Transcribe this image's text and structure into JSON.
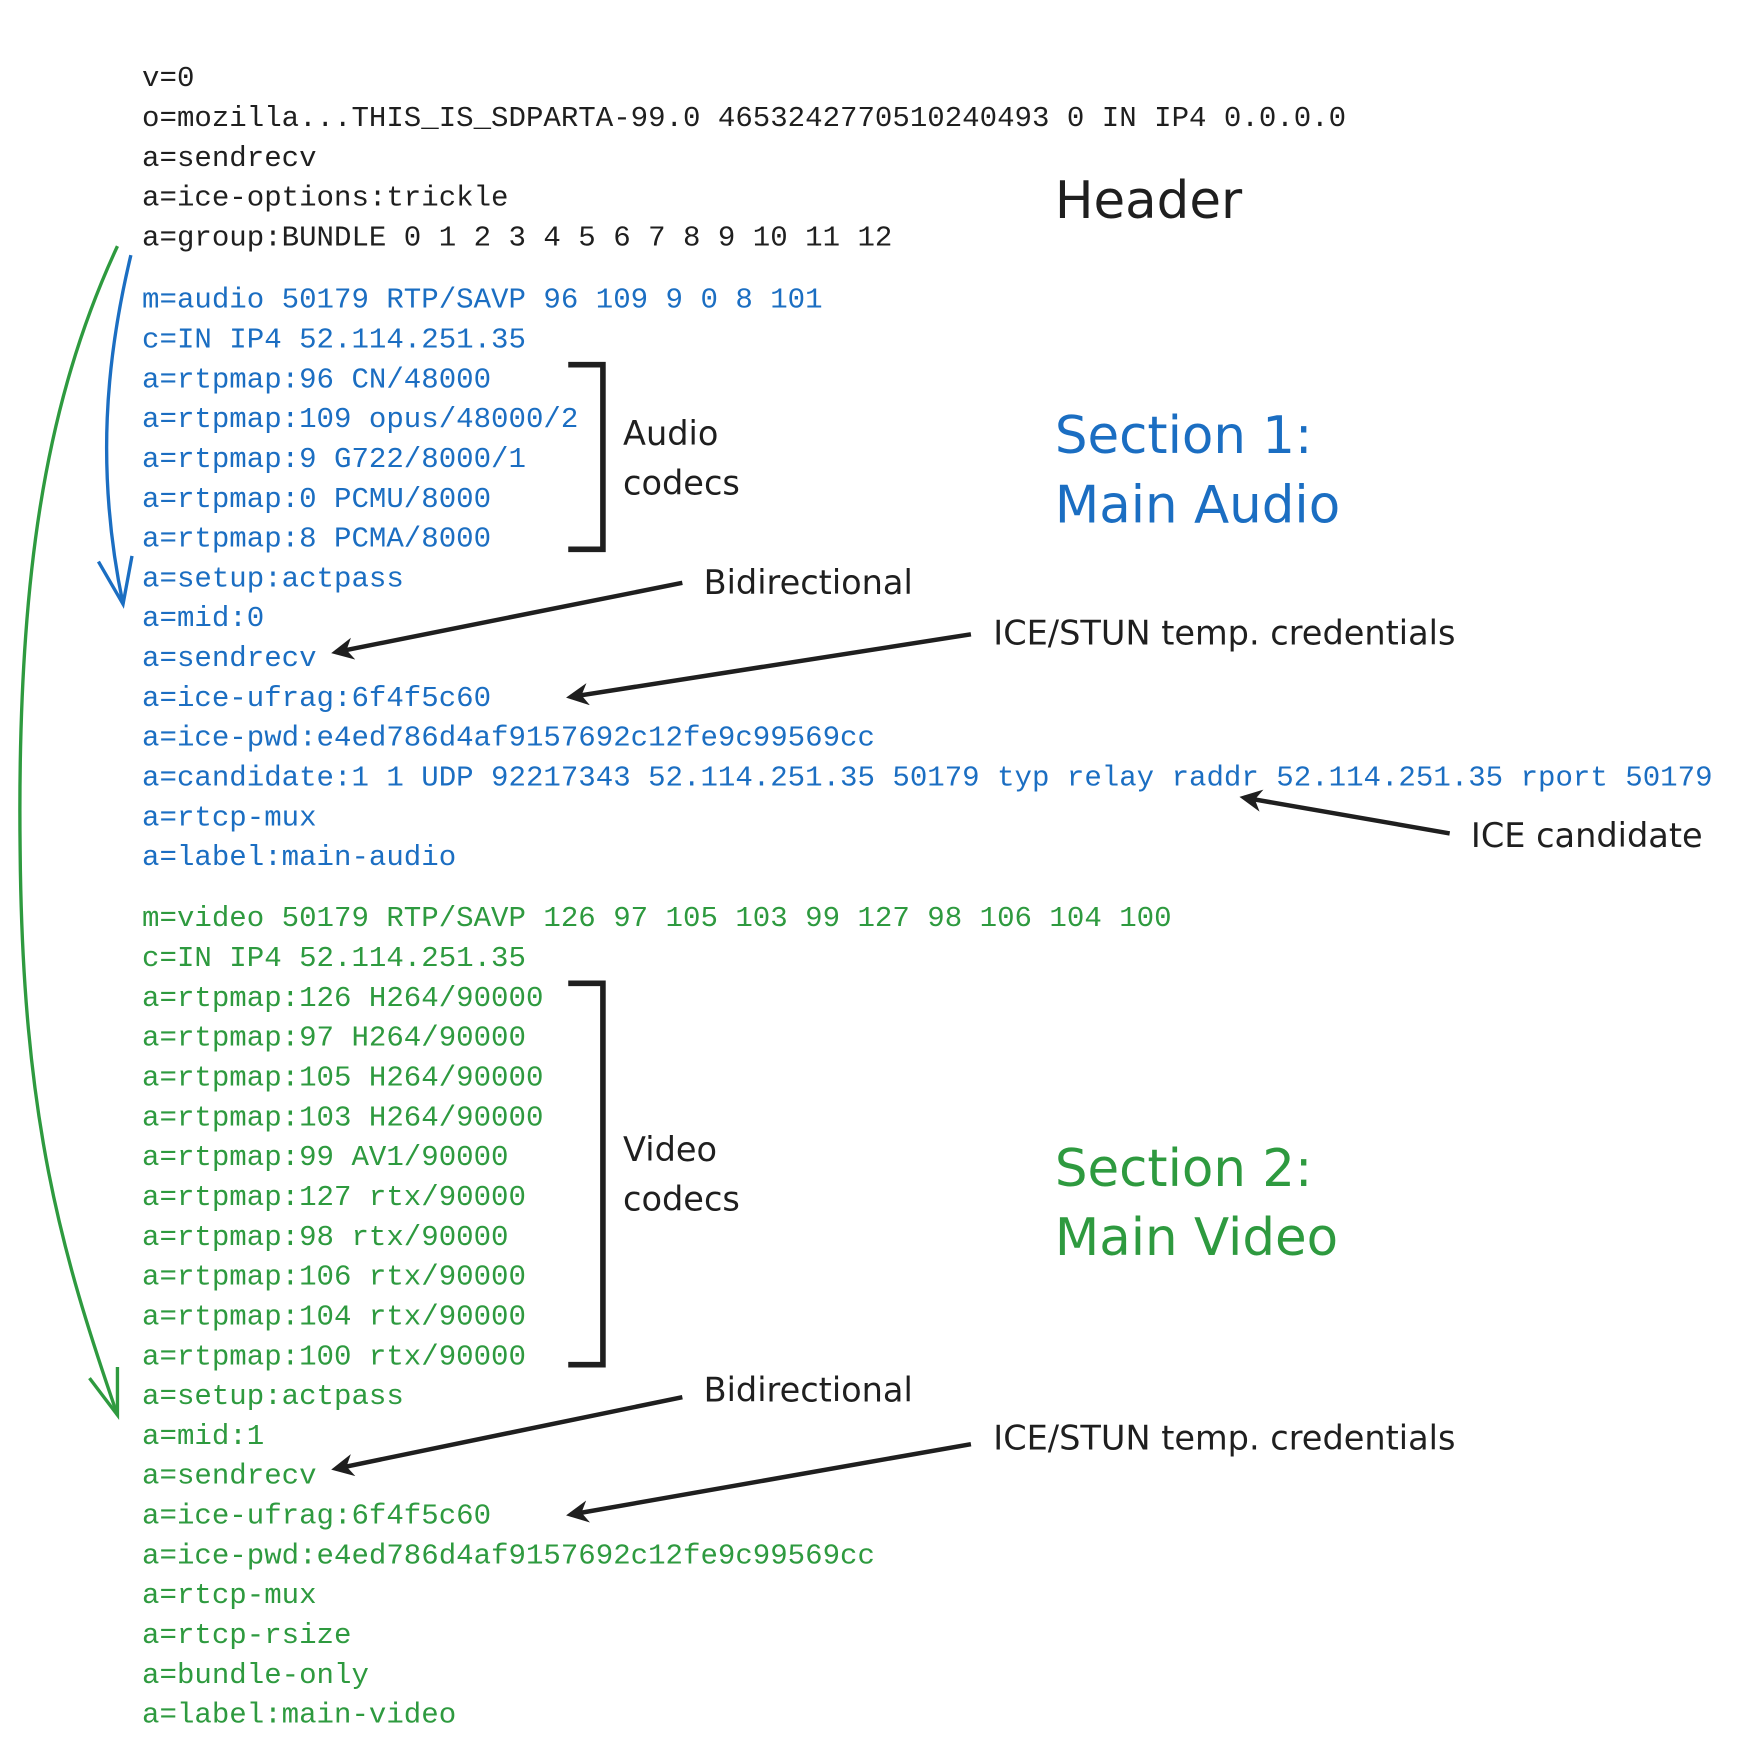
{
  "colors": {
    "header": "#1f1f1f",
    "audio": "#1b6ec2",
    "video": "#2e9a3f",
    "annotation": "#1f1f1f"
  },
  "header": {
    "title": "Header",
    "lines": [
      "v=0",
      "o=mozilla...THIS_IS_SDPARTA-99.0 4653242770510240493 0 IN IP4 0.0.0.0",
      "a=sendrecv",
      "a=ice-options:trickle",
      "a=group:BUNDLE 0 1 2 3 4 5 6 7 8 9 10 11 12"
    ]
  },
  "audio": {
    "title_line1": "Section 1:",
    "title_line2": "Main Audio",
    "codecs_label_line1": "Audio",
    "codecs_label_line2": "codecs",
    "bidirectional_label": "Bidirectional",
    "credentials_label": "ICE/STUN temp. credentials",
    "candidate_label": "ICE candidate",
    "lines": [
      "m=audio 50179 RTP/SAVP 96 109 9 0 8 101",
      "c=IN IP4 52.114.251.35",
      "a=rtpmap:96 CN/48000",
      "a=rtpmap:109 opus/48000/2",
      "a=rtpmap:9 G722/8000/1",
      "a=rtpmap:0 PCMU/8000",
      "a=rtpmap:8 PCMA/8000",
      "a=setup:actpass",
      "a=mid:0",
      "a=sendrecv",
      "a=ice-ufrag:6f4f5c60",
      "a=ice-pwd:e4ed786d4af9157692c12fe9c99569cc",
      "a=candidate:1 1 UDP 92217343 52.114.251.35 50179 typ relay raddr 52.114.251.35 rport 50179",
      "a=rtcp-mux",
      "a=label:main-audio"
    ]
  },
  "video": {
    "title_line1": "Section 2:",
    "title_line2": "Main Video",
    "codecs_label_line1": "Video",
    "codecs_label_line2": "codecs",
    "bidirectional_label": "Bidirectional",
    "credentials_label": "ICE/STUN temp. credentials",
    "lines": [
      "m=video 50179 RTP/SAVP 126 97 105 103 99 127 98 106 104 100",
      "c=IN IP4 52.114.251.35",
      "a=rtpmap:126 H264/90000",
      "a=rtpmap:97 H264/90000",
      "a=rtpmap:105 H264/90000",
      "a=rtpmap:103 H264/90000",
      "a=rtpmap:99 AV1/90000",
      "a=rtpmap:127 rtx/90000",
      "a=rtpmap:98 rtx/90000",
      "a=rtpmap:106 rtx/90000",
      "a=rtpmap:104 rtx/90000",
      "a=rtpmap:100 rtx/90000",
      "a=setup:actpass",
      "a=mid:1",
      "a=sendrecv",
      "a=ice-ufrag:6f4f5c60",
      "a=ice-pwd:e4ed786d4af9157692c12fe9c99569cc",
      "a=rtcp-mux",
      "a=rtcp-rsize",
      "a=bundle-only",
      "a=label:main-video"
    ]
  }
}
